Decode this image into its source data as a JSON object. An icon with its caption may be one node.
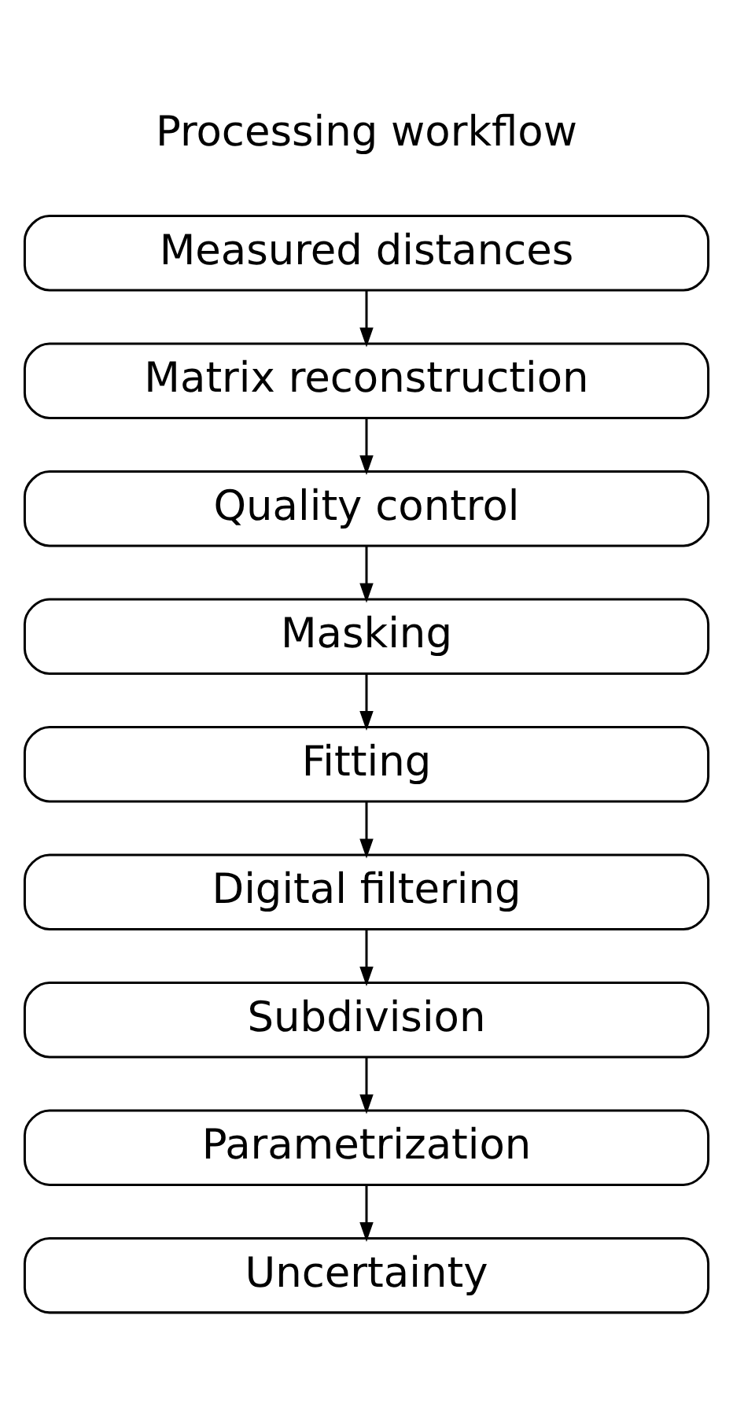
{
  "diagram": {
    "title": "Processing workflow",
    "nodes": [
      {
        "text": [
          "Measured distances"
        ]
      },
      {
        "text": [
          "Matrix reconstruction"
        ]
      },
      {
        "text": [
          "Quality control"
        ]
      },
      {
        "text": [
          "Masking"
        ]
      },
      {
        "text": [
          "Fitting"
        ]
      },
      {
        "text": [
          "Digital filtering"
        ]
      },
      {
        "text": [
          "Subdivision"
        ]
      },
      {
        "text": [
          "Parametrization"
        ]
      },
      {
        "text": [
          "Uncertainty"
        ]
      }
    ],
    "edges": [
      {
        "from": 0,
        "to": 1,
        "arrow": "to"
      },
      {
        "from": 1,
        "to": 2,
        "arrow": "to"
      },
      {
        "from": 2,
        "to": 3,
        "arrow": "to"
      },
      {
        "from": 3,
        "to": 4,
        "arrow": "to"
      },
      {
        "from": 4,
        "to": 5,
        "arrow": "to"
      },
      {
        "from": 5,
        "to": 6,
        "arrow": "to"
      },
      {
        "from": 6,
        "to": 7,
        "arrow": "to"
      },
      {
        "from": 7,
        "to": 8,
        "arrow": "to"
      }
    ]
  }
}
